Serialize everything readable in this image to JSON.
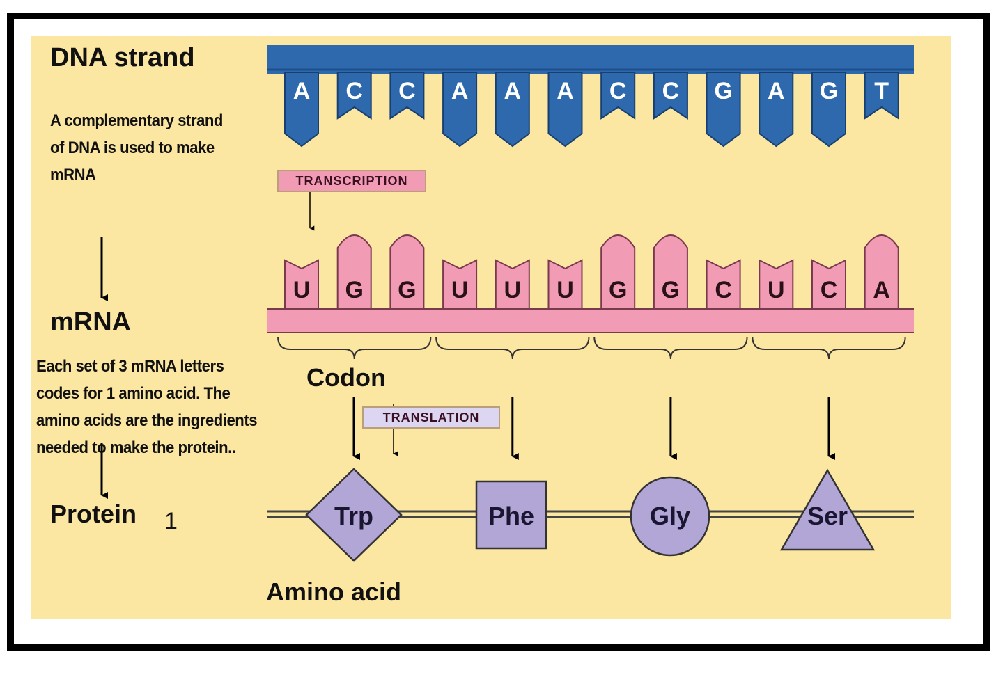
{
  "labels": {
    "dna_strand": "DNA strand",
    "mrna": "mRNA",
    "protein": "Protein",
    "protein_number": "1",
    "codon": "Codon",
    "amino_acid": "Amino acid",
    "transcription": "TRANSCRIPTION",
    "translation": "TRANSLATION"
  },
  "notes": {
    "complementary": [
      "A complementary strand",
      "of DNA is used to make",
      "mRNA"
    ],
    "codons": [
      "Each set of 3 mRNA letters",
      "codes for 1 amino acid.  The",
      "amino acids are the ingredients",
      "needed to make the protein.."
    ]
  },
  "dna_bases": [
    "A",
    "C",
    "C",
    "A",
    "A",
    "A",
    "C",
    "C",
    "G",
    "A",
    "G",
    "T"
  ],
  "mrna_bases": [
    "U",
    "G",
    "G",
    "U",
    "U",
    "U",
    "G",
    "G",
    "C",
    "U",
    "C",
    "A"
  ],
  "amino_acids": [
    {
      "name": "Trp",
      "shape": "diamond"
    },
    {
      "name": "Phe",
      "shape": "square"
    },
    {
      "name": "Gly",
      "shape": "circle"
    },
    {
      "name": "Ser",
      "shape": "triangle"
    }
  ],
  "colors": {
    "background": "#fbe6a2",
    "dna": "#2e69ad",
    "mrna": "#f29bb5",
    "amino": "#b1a6d6",
    "transcription_tag": "#f29bb5",
    "translation_tag": "#ddd6f2"
  }
}
